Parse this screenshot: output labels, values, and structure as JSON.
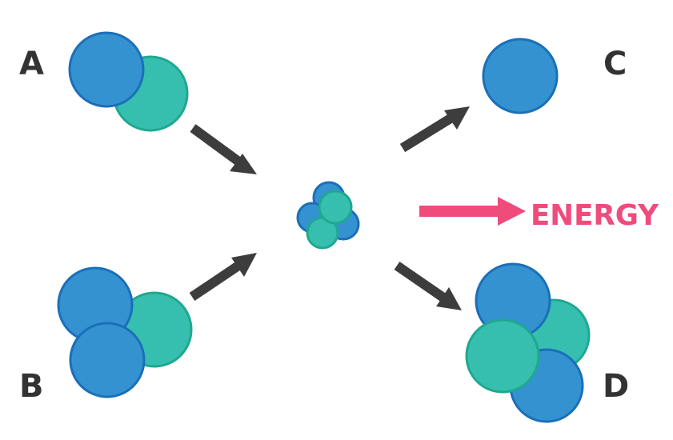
{
  "labels": {
    "a": "A",
    "b": "B",
    "c": "C",
    "d": "D",
    "energy": "ENERGY"
  },
  "colors": {
    "proton_fill": "#3592d1",
    "proton_stroke": "#1a6fb8",
    "neutron_fill": "#36bfae",
    "neutron_stroke": "#1fa88f",
    "arrow": "#3d3d3d",
    "energy": "#ef4b7b",
    "label": "#333333",
    "background": "#ffffff"
  },
  "particles": {
    "a": {
      "protons": 1,
      "neutrons": 1
    },
    "b": {
      "protons": 2,
      "neutrons": 1
    },
    "c": {
      "protons": 1,
      "neutrons": 0
    },
    "d": {
      "protons": 2,
      "neutrons": 2
    }
  }
}
